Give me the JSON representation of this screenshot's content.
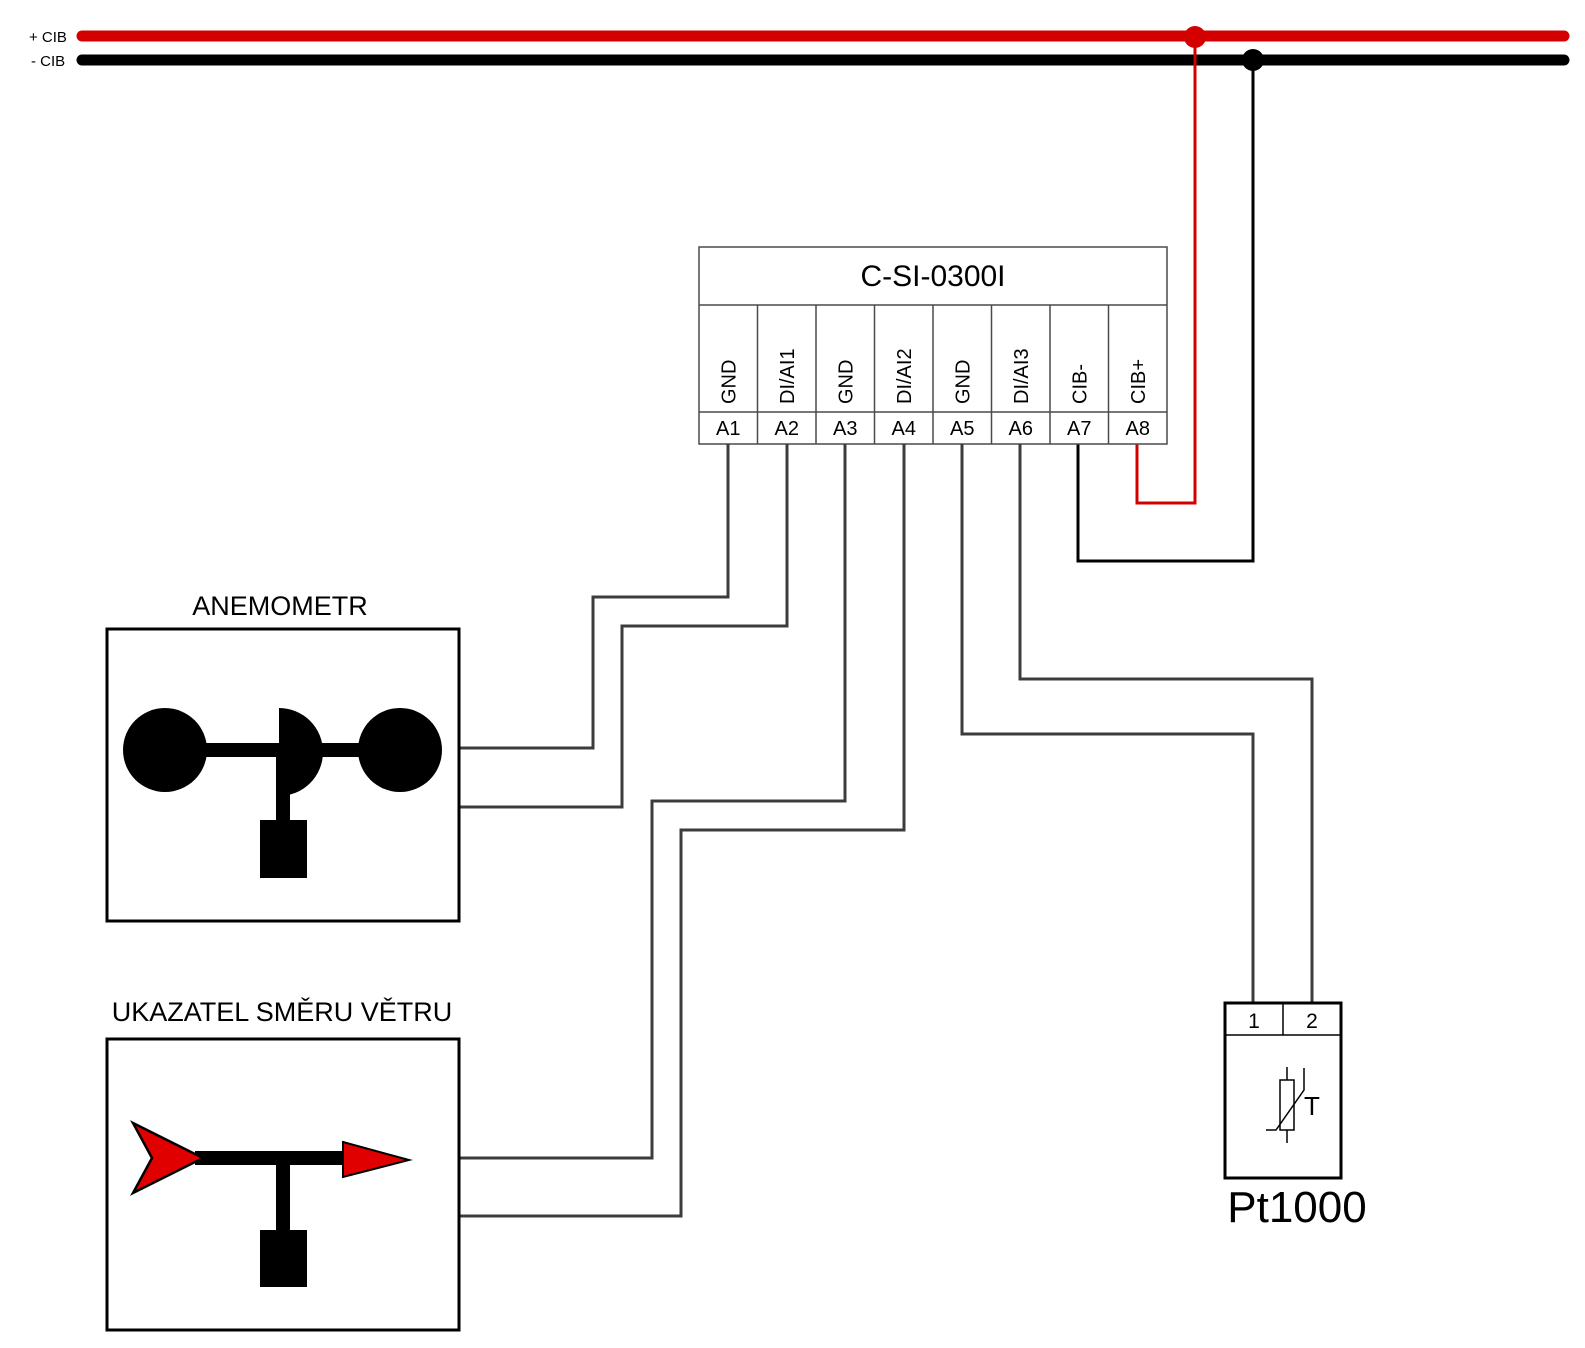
{
  "bus": {
    "plus_label": "+ CIB",
    "minus_label": "- CIB",
    "plus_color": "#d40000",
    "minus_color": "#000000"
  },
  "module": {
    "title": "C-SI-0300I",
    "terminals": [
      {
        "function": "GND",
        "pin": "A1"
      },
      {
        "function": "DI/AI1",
        "pin": "A2"
      },
      {
        "function": "GND",
        "pin": "A3"
      },
      {
        "function": "DI/AI2",
        "pin": "A4"
      },
      {
        "function": "GND",
        "pin": "A5"
      },
      {
        "function": "DI/AI3",
        "pin": "A6"
      },
      {
        "function": "CIB-",
        "pin": "A7"
      },
      {
        "function": "CIB+",
        "pin": "A8"
      }
    ]
  },
  "anemometer": {
    "title": "ANEMOMETR",
    "icon": "anemometer-icon"
  },
  "wind_vane": {
    "title": "UKAZATEL SMĚRU VĚTRU",
    "icon": "wind-vane-icon",
    "arrow_color": "#e00000"
  },
  "sensor": {
    "title": "Pt1000",
    "pins": [
      "1",
      "2"
    ],
    "symbol_label": "T",
    "icon": "thermistor-icon"
  },
  "wire_color": "#3c3c3c"
}
